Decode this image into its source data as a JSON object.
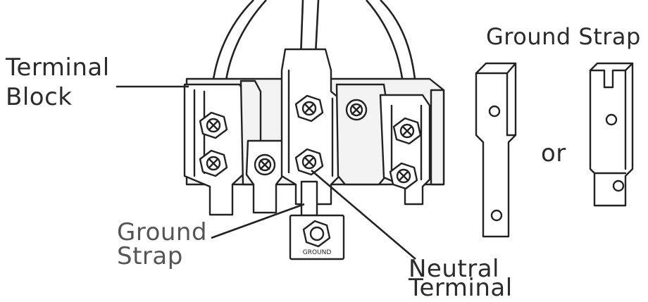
{
  "labels": {
    "terminal_block_1": "Terminal",
    "terminal_block_2": "Block",
    "ground_strap_bottom_1": "Ground",
    "ground_strap_bottom_2": "Strap",
    "neutral_terminal_1": "Neutral",
    "neutral_terminal_2": "Terminal",
    "ground_strap_right": "Ground Strap",
    "or": "or",
    "ground_plate": "GROUND"
  },
  "colors": {
    "ink": "#222222",
    "label_text": "#2b2b2b",
    "fill": "#f3f3f3",
    "background": "#ffffff"
  }
}
